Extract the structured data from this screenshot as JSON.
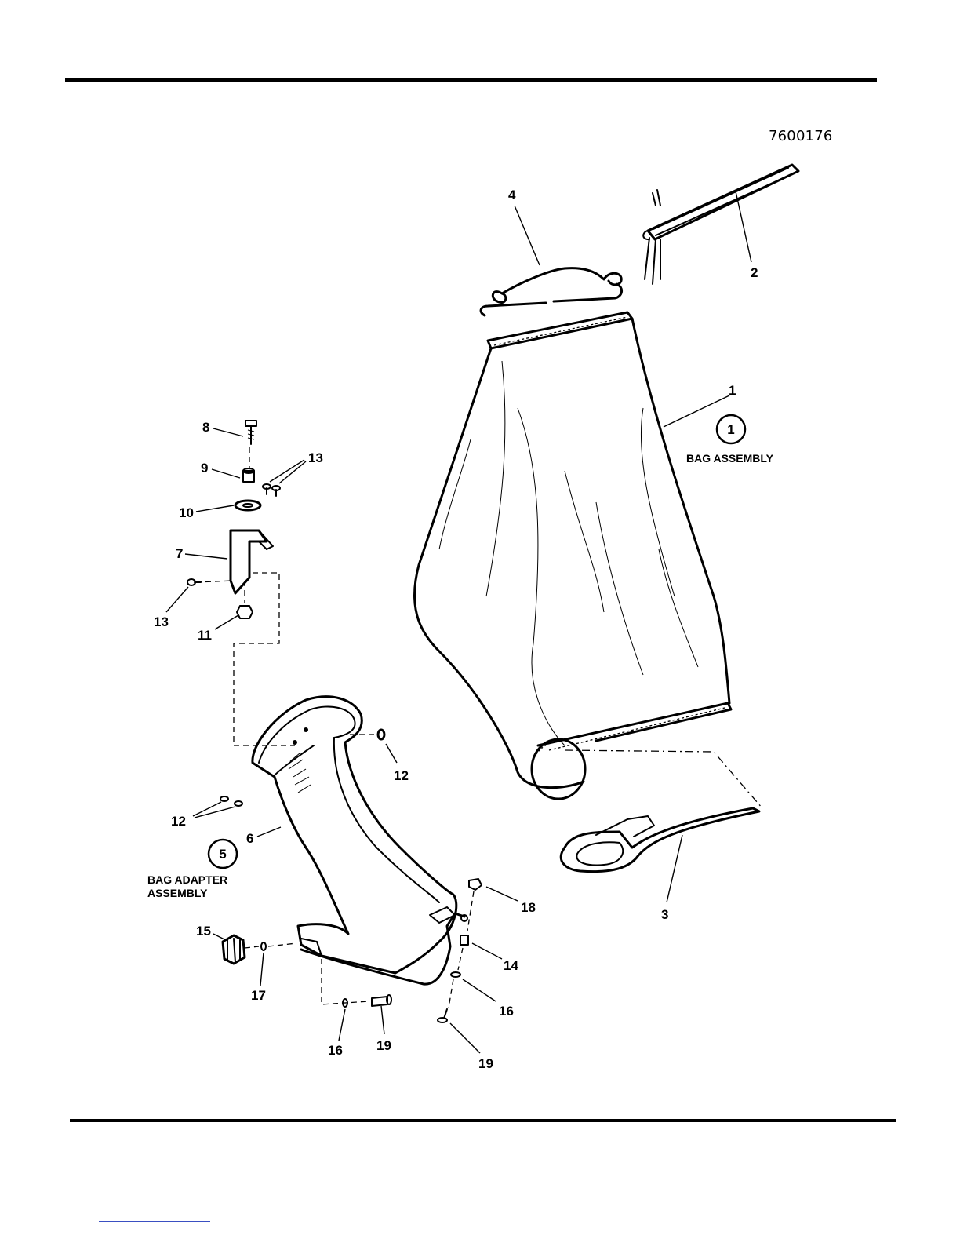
{
  "drawing_number": "7600176",
  "assemblies": [
    {
      "number": "1",
      "label": "BAG ASSEMBLY"
    },
    {
      "number": "5",
      "label_line1": "BAG ADAPTER",
      "label_line2": "ASSEMBLY"
    }
  ],
  "callouts": {
    "c1": "1",
    "c2": "2",
    "c3": "3",
    "c4": "4",
    "c6": "6",
    "c7": "7",
    "c8": "8",
    "c9": "9",
    "c10": "10",
    "c11": "11",
    "c12a": "12",
    "c12b": "12",
    "c13a": "13",
    "c13b": "13",
    "c14": "14",
    "c15": "15",
    "c16a": "16",
    "c16b": "16",
    "c17": "17",
    "c18": "18",
    "c19a": "19",
    "c19b": "19"
  }
}
